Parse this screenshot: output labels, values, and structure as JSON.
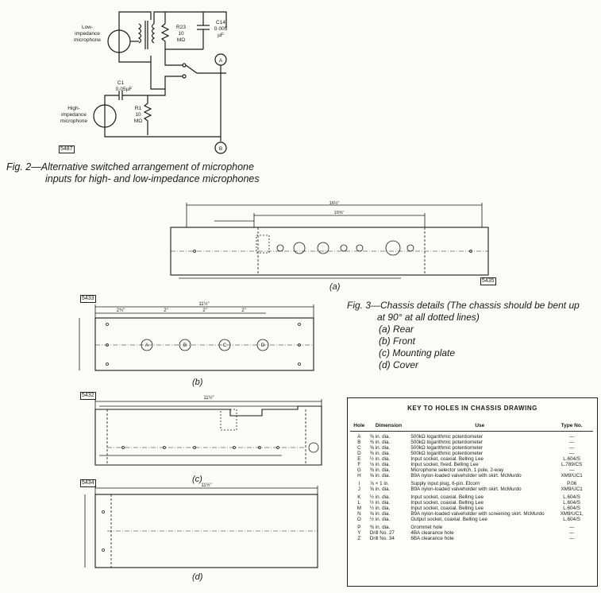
{
  "fig2": {
    "caption_line1": "Fig. 2—Alternative switched arrangement of microphone",
    "caption_line2": "inputs for high- and low-impedance microphones",
    "tag": "5487",
    "low_mic": [
      "Low-",
      "impedance",
      "microphone"
    ],
    "high_mic": [
      "High-",
      "impedance",
      "microphone"
    ],
    "r23": [
      "R23",
      "10",
      "MΩ"
    ],
    "c14": [
      "C14",
      "0·005",
      "µF"
    ],
    "c1": [
      "C1",
      "0·05µF"
    ],
    "r1": [
      "R1",
      "10",
      "MΩ"
    ],
    "term_a": "A",
    "term_b": "B"
  },
  "fig3": {
    "caption_line1": "Fig. 3—Chassis details (The chassis should be bent up",
    "caption_line2": "at 90° at all dotted lines)",
    "items": [
      "(a) Rear",
      "(b) Front",
      "(c) Mounting plate",
      "(d) Cover"
    ],
    "labels": {
      "a": "(a)",
      "b": "(b)",
      "c": "(c)",
      "d": "(d)"
    },
    "tags": {
      "a": "5435",
      "b": "5433",
      "c": "5432",
      "d": "5434"
    },
    "dims": {
      "a_total": "16½\"",
      "a_inner": "10⅝\"",
      "b_total": "11½\"",
      "c_total": "11½\"",
      "d_total": "11½\"",
      "b_hole_spacing": "2\"",
      "b_first": "2¾\""
    },
    "front_holes": [
      "A",
      "B",
      "C",
      "D"
    ]
  },
  "key": {
    "title": "KEY TO HOLES IN CHASSIS DRAWING",
    "headers": [
      "Hole",
      "Dimension",
      "Use",
      "Type No."
    ],
    "rows": [
      [
        "A",
        "⅜ in. dia.",
        "500kΩ logarithmic potentiometer",
        "—"
      ],
      [
        "B",
        "⅜ in. dia.",
        "500kΩ logarithmic potentiometer",
        "—"
      ],
      [
        "C",
        "⅜ in. dia.",
        "500kΩ logarithmic potentiometer",
        "—"
      ],
      [
        "D",
        "⅜ in. dia.",
        "500kΩ logarithmic potentiometer",
        "—"
      ],
      [
        "E",
        "½ in. dia.",
        "Input socket, coaxial. Belling Lee",
        "L.604/S"
      ],
      [
        "F",
        "⅛ in. dia.",
        "Input socket, fixed. Belling Lee",
        "L.789/CS"
      ],
      [
        "G",
        "⅜ in. dia.",
        "Microphone selector switch, 1 pole, 2-way",
        "—"
      ],
      [
        "H",
        "⅝ in. dia.",
        "B9A nylon-loaded valveholder with skirt. McMurdo",
        "XM9/UC1"
      ],
      [
        "I",
        "⅞ × 1 in.",
        "Supply input plug, 6-pin. Elcom",
        "P.06"
      ],
      [
        "J",
        "⅝ in. dia.",
        "B9A nylon-loaded valveholder with skirt. McMurdo",
        "XM9/UC1"
      ],
      [
        "K",
        "½ in. dia.",
        "Input socket, coaxial. Belling Lee",
        "L.604/S"
      ],
      [
        "L",
        "½ in. dia.",
        "Input socket, coaxial. Belling Lee",
        "L.604/S"
      ],
      [
        "M",
        "½ in. dia.",
        "Input socket, coaxial. Belling Lee",
        "L.604/S"
      ],
      [
        "N",
        "⅝ in. dia.",
        "B9A nylon-loaded valveholder with screening skirt. McMurdo",
        "XM9/UC1,"
      ],
      [
        "O",
        "½ in. dia.",
        "Output socket, coaxial. Belling Lee",
        "L.604/S"
      ],
      [
        "P",
        "⅜ in. dia.",
        "Grommet hole",
        "—"
      ],
      [
        "Y",
        "Drill No. 27",
        "4BA clearance hole",
        "—"
      ],
      [
        "Z",
        "Drill No. 34",
        "6BA clearance hole",
        "—"
      ]
    ]
  }
}
